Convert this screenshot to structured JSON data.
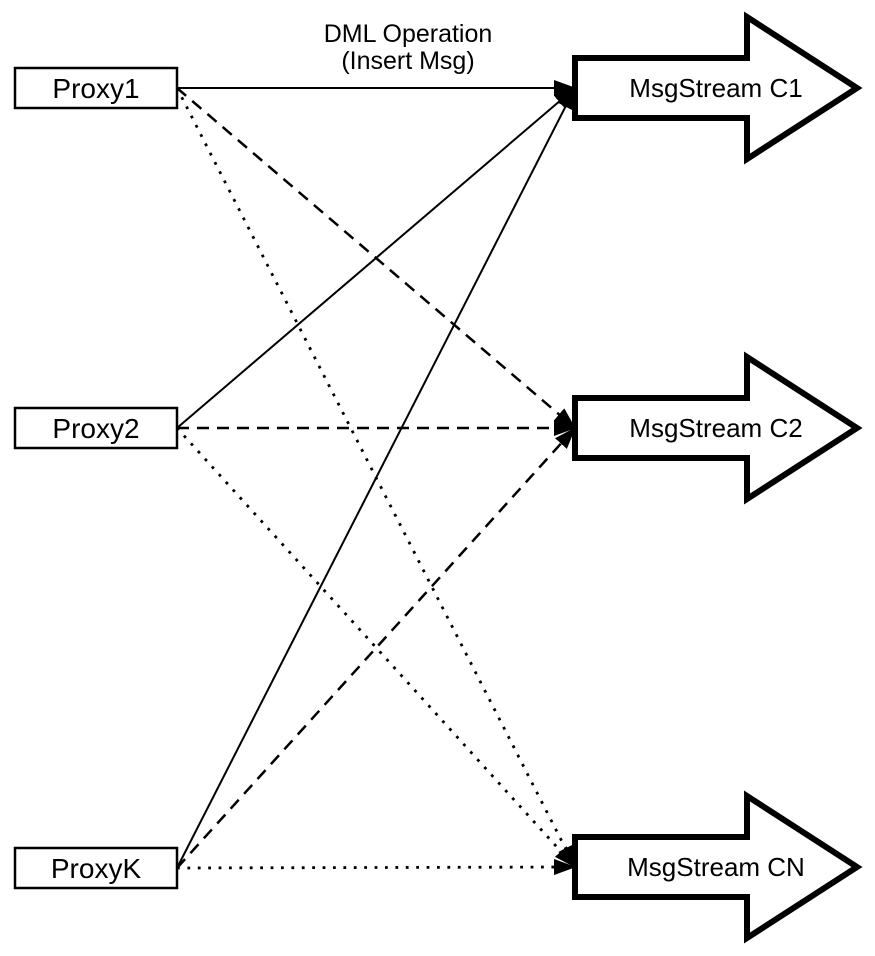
{
  "diagram_label": {
    "line1": "DML Operation",
    "line2": "(Insert Msg)"
  },
  "proxies": [
    {
      "id": "proxy1",
      "label": "Proxy1"
    },
    {
      "id": "proxy2",
      "label": "Proxy2"
    },
    {
      "id": "proxyk",
      "label": "ProxyK"
    }
  ],
  "streams": [
    {
      "id": "c1",
      "label": "MsgStream C1"
    },
    {
      "id": "c2",
      "label": "MsgStream C2"
    },
    {
      "id": "cn",
      "label": "MsgStream CN"
    }
  ],
  "edges": [
    {
      "from": "proxy1",
      "to": "c1",
      "style": "solid"
    },
    {
      "from": "proxy1",
      "to": "c2",
      "style": "dashed"
    },
    {
      "from": "proxy1",
      "to": "cn",
      "style": "dotted"
    },
    {
      "from": "proxy2",
      "to": "c1",
      "style": "solid"
    },
    {
      "from": "proxy2",
      "to": "c2",
      "style": "dashed"
    },
    {
      "from": "proxy2",
      "to": "cn",
      "style": "dotted"
    },
    {
      "from": "proxyk",
      "to": "c1",
      "style": "solid"
    },
    {
      "from": "proxyk",
      "to": "c2",
      "style": "dashed"
    },
    {
      "from": "proxyk",
      "to": "cn",
      "style": "dotted"
    }
  ],
  "colors": {
    "background": "#ffffff",
    "line": "#000000",
    "node-fill": "#ffffff",
    "text": "#000000"
  }
}
